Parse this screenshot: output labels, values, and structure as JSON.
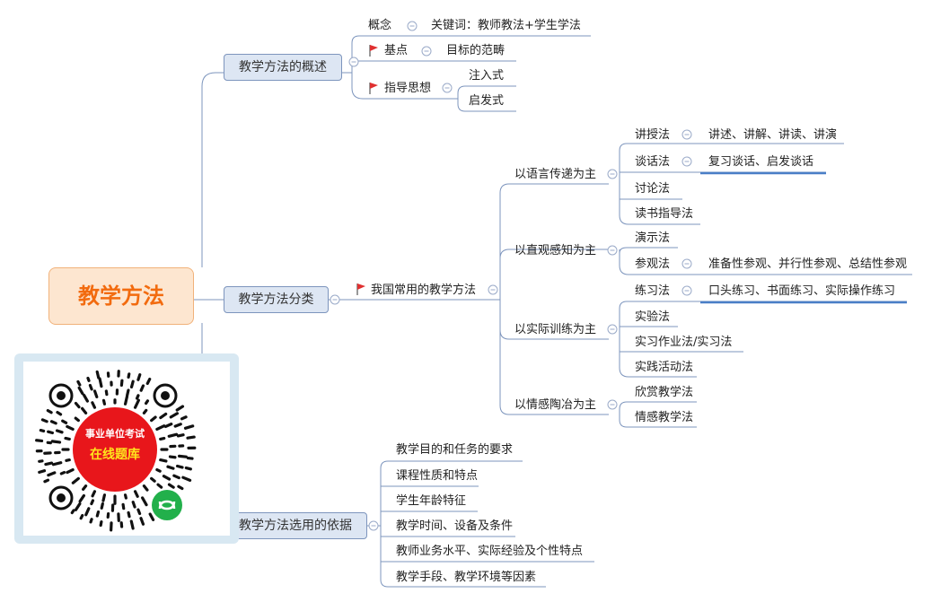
{
  "root": {
    "label": "教学方法"
  },
  "branches": [
    {
      "label": "教学方法的概述",
      "children": [
        {
          "label": "概念",
          "detail": "关键词：教师教法+学生学法",
          "flag": false
        },
        {
          "label": "基点",
          "detail": "目标的范畴",
          "flag": true
        },
        {
          "label": "指导思想",
          "items": [
            "注入式",
            "启发式"
          ],
          "flag": true
        }
      ]
    },
    {
      "label": "教学方法分类",
      "sub": {
        "label": "我国常用的教学方法",
        "flag": true,
        "groups": [
          {
            "label": "以语言传递为主",
            "items": [
              {
                "label": "讲授法",
                "detail": "讲述、讲解、讲读、讲演"
              },
              {
                "label": "谈话法",
                "detail": "复习谈话、启发谈话"
              },
              {
                "label": "讨论法"
              },
              {
                "label": "读书指导法"
              }
            ]
          },
          {
            "label": "以直观感知为主",
            "items": [
              {
                "label": "演示法"
              },
              {
                "label": "参观法",
                "detail": "准备性参观、并行性参观、总结性参观"
              }
            ]
          },
          {
            "label": "以实际训练为主",
            "items": [
              {
                "label": "练习法",
                "detail": "口头练习、书面练习、实际操作练习"
              },
              {
                "label": "实验法"
              },
              {
                "label": "实习作业法/实习法"
              },
              {
                "label": "实践活动法"
              }
            ]
          },
          {
            "label": "以情感陶冶为主",
            "items": [
              {
                "label": "欣赏教学法"
              },
              {
                "label": "情感教学法"
              }
            ]
          }
        ]
      }
    },
    {
      "label": "教学方法选用的依据",
      "items": [
        "教学目的和任务的要求",
        "课程性质和特点",
        "学生年龄特征",
        "教学时间、设备及条件",
        "教师业务水平、实际经验及个性特点",
        "教学手段、教学环境等因素"
      ]
    }
  ],
  "qr": {
    "line1": "事业单位考试",
    "line2": "在线题库"
  },
  "colors": {
    "line": "#7d95bd",
    "flag": "#e03030",
    "root_text": "#f26b0f",
    "emphasis_line": "#4a7fc7"
  }
}
